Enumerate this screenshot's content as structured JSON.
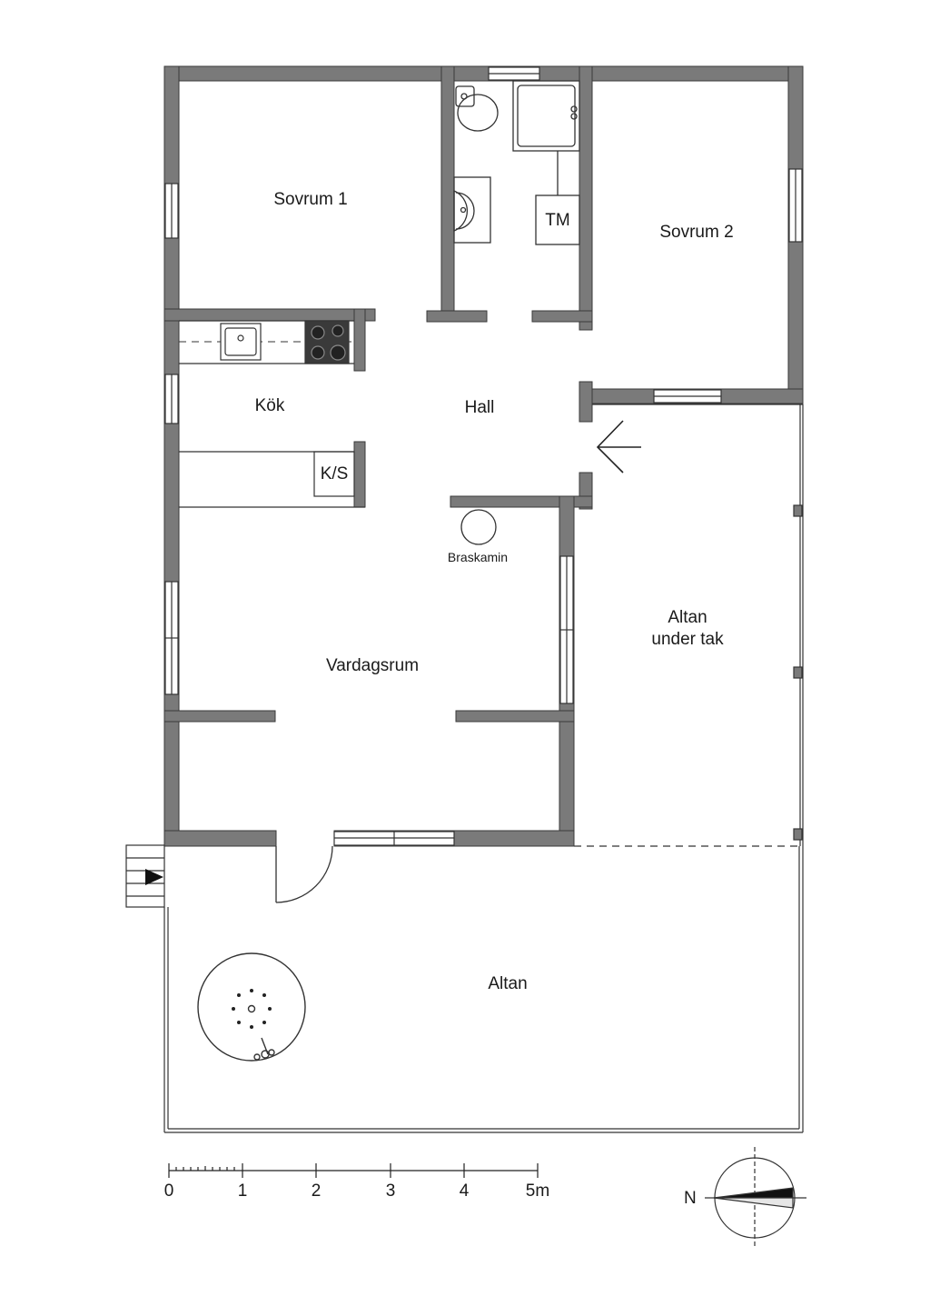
{
  "rooms": {
    "sovrum1": "Sovrum 1",
    "sovrum2": "Sovrum 2",
    "tm": "TM",
    "kok": "Kök",
    "hall": "Hall",
    "ks": "K/S",
    "braskamin": "Braskamin",
    "vardagsrum": "Vardagsrum",
    "altan_tak_line1": "Altan",
    "altan_tak_line2": "under tak",
    "altan": "Altan"
  },
  "scale": {
    "ticks": [
      "0",
      "1",
      "2",
      "3",
      "4",
      "5m"
    ]
  },
  "compass": {
    "north_label": "N"
  },
  "colors": {
    "wall": "#7a7a7a",
    "wall_outline": "#3a3a3a",
    "line": "#333333",
    "background": "#ffffff"
  }
}
